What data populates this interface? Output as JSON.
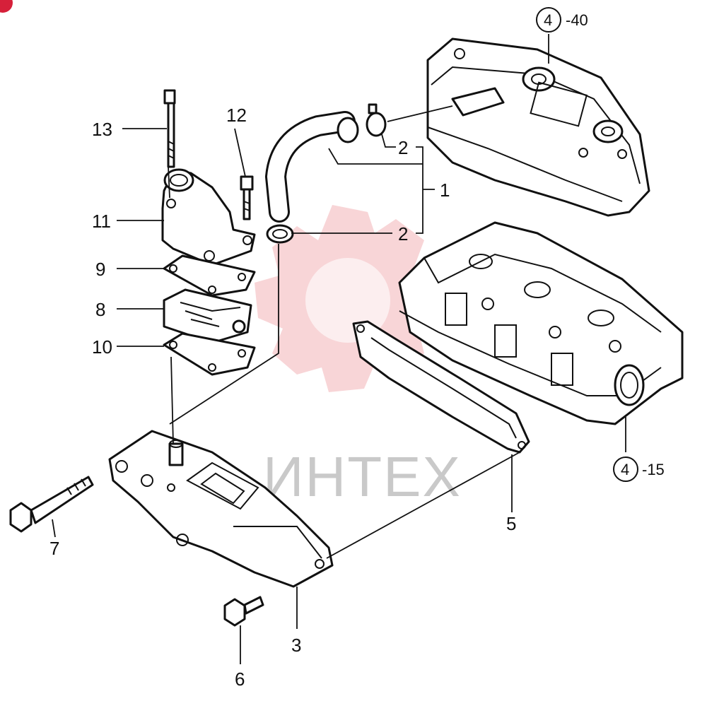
{
  "watermark": {
    "text": "ИНТЕХ",
    "color": "#f3b3b6"
  },
  "labels": {
    "p1": "1",
    "p2a": "2",
    "p2b": "2",
    "p3": "3",
    "p5": "5",
    "p6": "6",
    "p7": "7",
    "p8": "8",
    "p9": "9",
    "p10": "10",
    "p11": "11",
    "p12": "12",
    "p13": "13"
  },
  "refs": {
    "cover": {
      "circle": "4",
      "suffix": "-40"
    },
    "head": {
      "circle": "4",
      "suffix": "-15"
    }
  },
  "colors": {
    "line": "#111111",
    "corner_badge": "#d6203a"
  }
}
